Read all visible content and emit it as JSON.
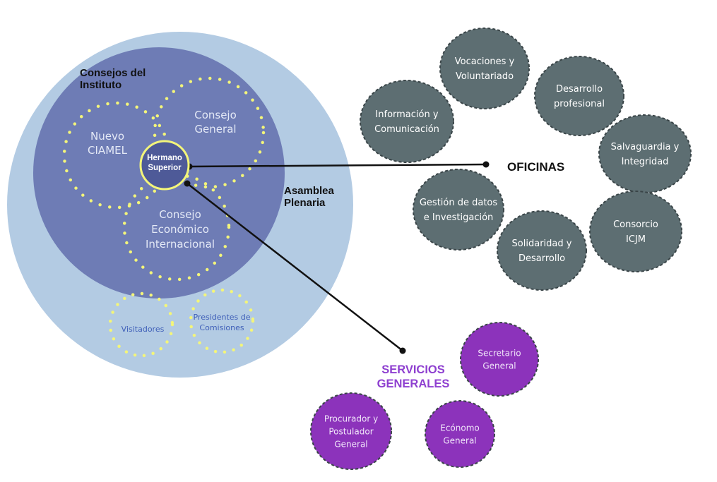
{
  "colors": {
    "outer_circle": "#b3cbe3",
    "inner_circle": "#6e7cb5",
    "dots": "#f3f57a",
    "center": "#4e5a98",
    "office": "#5d6e72",
    "service": "#8c33bb",
    "service_label": "#8e3fd0",
    "connector": "#111111"
  },
  "institute": {
    "councils_heading": "Consejos del\nInstituto",
    "assembly_label": "Asamblea\nPlenaria",
    "center_label": "Hermano\nSuperior",
    "councils": [
      {
        "id": "nuevo-ciamel",
        "label": "Nuevo\nCIAMEL"
      },
      {
        "id": "consejo-general",
        "label": "Consejo\nGeneral"
      },
      {
        "id": "consejo-economico",
        "label": "Consejo\nEconómico\nInternacional"
      }
    ],
    "groups": [
      {
        "id": "visitadores",
        "label": "Visitadores"
      },
      {
        "id": "presidentes",
        "label": "Presidentes de\nComisiones"
      }
    ]
  },
  "offices": {
    "label": "OFICINAS",
    "items": [
      {
        "id": "vocaciones",
        "label": "Vocaciones y\nVoluntariado"
      },
      {
        "id": "desarrollo-profesional",
        "label": "Desarrollo\nprofesional"
      },
      {
        "id": "informacion",
        "label": "Información y\nComunicación"
      },
      {
        "id": "salvaguardia",
        "label": "Salvaguardia y\nIntegridad"
      },
      {
        "id": "gestion-datos",
        "label": "Gestión de datos\ne Investigación"
      },
      {
        "id": "consorcio",
        "label": "Consorcio\nICJM"
      },
      {
        "id": "solidaridad",
        "label": "Solidaridad y\nDesarrollo"
      }
    ]
  },
  "services": {
    "label": "SERVICIOS\nGENERALES",
    "items": [
      {
        "id": "secretario",
        "label": "Secretario\nGeneral"
      },
      {
        "id": "ecónomo",
        "label": "Ecónomo\nGeneral"
      },
      {
        "id": "procurador",
        "label": "Procurador y\nPostulador\nGeneral"
      }
    ]
  }
}
